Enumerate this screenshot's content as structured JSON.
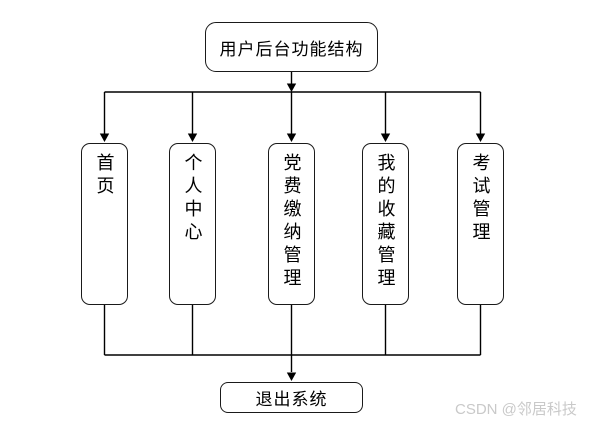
{
  "diagram": {
    "root": {
      "label": "用户后台功能结构"
    },
    "children": [
      {
        "label": "首页"
      },
      {
        "label": "个人中心"
      },
      {
        "label": "党费缴纳管理"
      },
      {
        "label": "我的收藏管理"
      },
      {
        "label": "考试管理"
      }
    ],
    "footer": {
      "label": "退出系统"
    }
  },
  "watermark": {
    "text": "CSDN @邻居科技",
    "color": "#c9c9c9"
  },
  "style": {
    "line_color": "#000000",
    "box_border_color": "#1a1a1a",
    "box_fill_color": "#ffffff",
    "background_color": "#ffffff"
  }
}
